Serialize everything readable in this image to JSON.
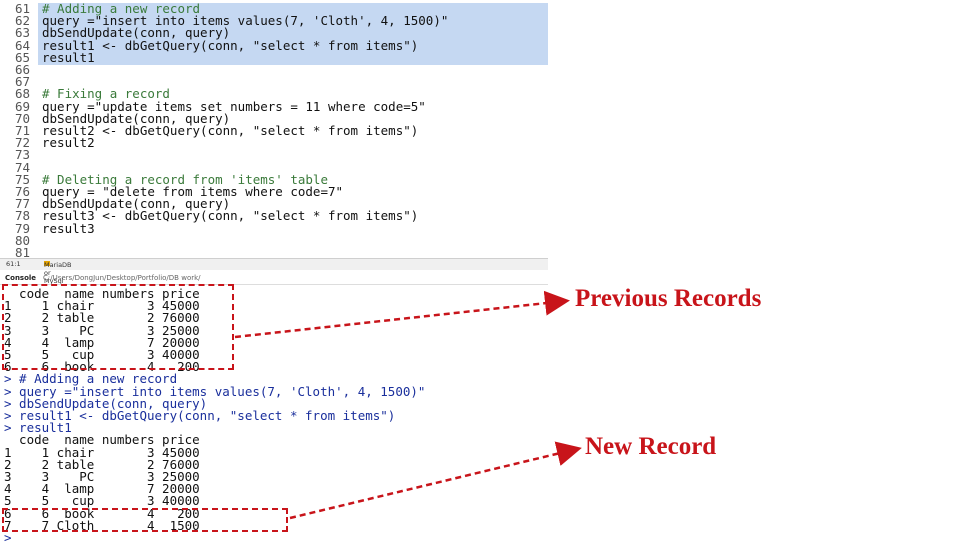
{
  "editor": {
    "lines": [
      {
        "no": "61",
        "text": "# Adding a new record",
        "kind": "comment"
      },
      {
        "no": "62",
        "text": "query =\"insert into items values(7, 'Cloth', 4, 1500)\"",
        "kind": "normal"
      },
      {
        "no": "63",
        "text": "dbSendUpdate(conn, query)",
        "kind": "normal"
      },
      {
        "no": "64",
        "text": "result1 <- dbGetQuery(conn, \"select * from items\")",
        "kind": "normal"
      },
      {
        "no": "65",
        "text": "result1",
        "kind": "normal"
      },
      {
        "no": "66",
        "text": "",
        "kind": "normal"
      },
      {
        "no": "67",
        "text": "",
        "kind": "normal"
      },
      {
        "no": "68",
        "text": "# Fixing a record",
        "kind": "comment"
      },
      {
        "no": "69",
        "text": "query =\"update items set numbers = 11 where code=5\"",
        "kind": "normal"
      },
      {
        "no": "70",
        "text": "dbSendUpdate(conn, query)",
        "kind": "normal"
      },
      {
        "no": "71",
        "text": "result2 <- dbGetQuery(conn, \"select * from items\")",
        "kind": "normal"
      },
      {
        "no": "72",
        "text": "result2",
        "kind": "normal"
      },
      {
        "no": "73",
        "text": "",
        "kind": "normal"
      },
      {
        "no": "74",
        "text": "",
        "kind": "normal"
      },
      {
        "no": "75",
        "text": "# Deleting a record from 'items' table",
        "kind": "comment"
      },
      {
        "no": "76",
        "text": "query = \"delete from items where code=7\"",
        "kind": "normal"
      },
      {
        "no": "77",
        "text": "dbSendUpdate(conn, query)",
        "kind": "normal"
      },
      {
        "no": "78",
        "text": "result3 <- dbGetQuery(conn, \"select * from items\")",
        "kind": "normal"
      },
      {
        "no": "79",
        "text": "result3",
        "kind": "normal"
      },
      {
        "no": "80",
        "text": "",
        "kind": "normal"
      },
      {
        "no": "81",
        "text": "",
        "kind": "normal"
      }
    ]
  },
  "status_bar": {
    "position": "61:1",
    "section": "MariaDB or MySql"
  },
  "console": {
    "title": "Console",
    "path": "C:/Users/DongJun/Desktop/Portfolio/DB work/",
    "lines": [
      {
        "text": "  code  name numbers price",
        "kind": "out"
      },
      {
        "text": "1    1 chair       3 45000",
        "kind": "out"
      },
      {
        "text": "2    2 table       2 76000",
        "kind": "out"
      },
      {
        "text": "3    3    PC       3 25000",
        "kind": "out"
      },
      {
        "text": "4    4  lamp       7 20000",
        "kind": "out"
      },
      {
        "text": "5    5   cup       3 40000",
        "kind": "out"
      },
      {
        "text": "6    6  book       4   200",
        "kind": "out"
      },
      {
        "text": "> # Adding a new record",
        "kind": "in"
      },
      {
        "text": "> query =\"insert into items values(7, 'Cloth', 4, 1500)\"",
        "kind": "in"
      },
      {
        "text": "> dbSendUpdate(conn, query)",
        "kind": "in"
      },
      {
        "text": "> result1 <- dbGetQuery(conn, \"select * from items\")",
        "kind": "in"
      },
      {
        "text": "> result1",
        "kind": "in"
      },
      {
        "text": "  code  name numbers price",
        "kind": "out"
      },
      {
        "text": "1    1 chair       3 45000",
        "kind": "out"
      },
      {
        "text": "2    2 table       2 76000",
        "kind": "out"
      },
      {
        "text": "3    3    PC       3 25000",
        "kind": "out"
      },
      {
        "text": "4    4  lamp       7 20000",
        "kind": "out"
      },
      {
        "text": "5    5   cup       3 40000",
        "kind": "out"
      },
      {
        "text": "6    6  book       4   200",
        "kind": "out"
      },
      {
        "text": "7    7 Cloth       4  1500",
        "kind": "out"
      },
      {
        "text": ">",
        "kind": "in"
      }
    ]
  },
  "annotations": {
    "previous": "Previous Records",
    "new": "New Record",
    "color": "#c8141a"
  }
}
